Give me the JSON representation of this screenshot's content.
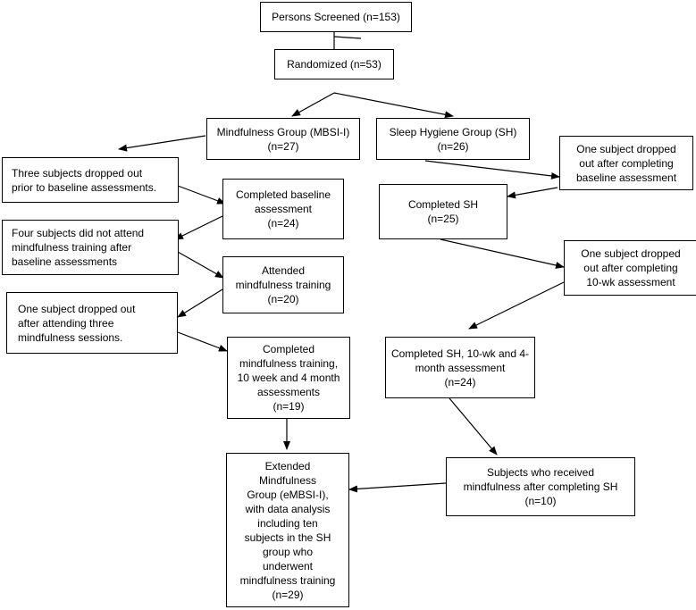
{
  "boxes": {
    "screened": {
      "lines": [
        "Persons Screened (n=153)"
      ]
    },
    "randomized": {
      "lines": [
        "Randomized (n=53)"
      ]
    },
    "mindfulness_group": {
      "lines": [
        "Mindfulness Group (MBSI-I)",
        "(n=27)"
      ]
    },
    "sleep_hygiene_group": {
      "lines": [
        "Sleep Hygiene Group (SH)",
        "(n=26)"
      ]
    },
    "three_dropped": {
      "lines": [
        "Three subjects dropped out",
        "prior to baseline assessments."
      ]
    },
    "completed_baseline": {
      "lines": [
        "Completed baseline",
        "assessment",
        "(n=24)"
      ]
    },
    "one_dropped_baseline": {
      "lines": [
        "One subject dropped",
        "out after completing",
        "baseline assessment"
      ]
    },
    "completed_sh": {
      "lines": [
        "Completed SH",
        "(n=25)"
      ]
    },
    "four_no_training": {
      "lines": [
        "Four subjects did not attend",
        "mindfulness training after",
        "baseline assessments"
      ]
    },
    "attended_training": {
      "lines": [
        "Attended",
        "mindfulness training",
        "(n=20)"
      ]
    },
    "one_dropped_10wk": {
      "lines": [
        "One subject dropped",
        "out after completing",
        "10-wk assessment"
      ]
    },
    "one_dropped_three_sessions": {
      "lines": [
        "One subject dropped out",
        "after attending three",
        "mindfulness sessions."
      ]
    },
    "completed_training": {
      "lines": [
        "Completed",
        "mindfulness training,",
        "10 week and 4 month",
        "assessments",
        "(n=19)"
      ]
    },
    "completed_sh_10wk": {
      "lines": [
        "Completed SH, 10-wk and 4-",
        "month assessment",
        "(n=24)"
      ]
    },
    "received_mindfulness": {
      "lines": [
        "Subjects who received",
        "mindfulness after completing SH",
        "(n=10)"
      ]
    },
    "extended_group": {
      "lines": [
        "Extended",
        "Mindfulness",
        "Group (eMBSI-I),",
        "with data analysis",
        "including ten",
        "subjects in the SH",
        "group who",
        "underwent",
        "mindfulness training",
        "(n=29)"
      ]
    }
  }
}
